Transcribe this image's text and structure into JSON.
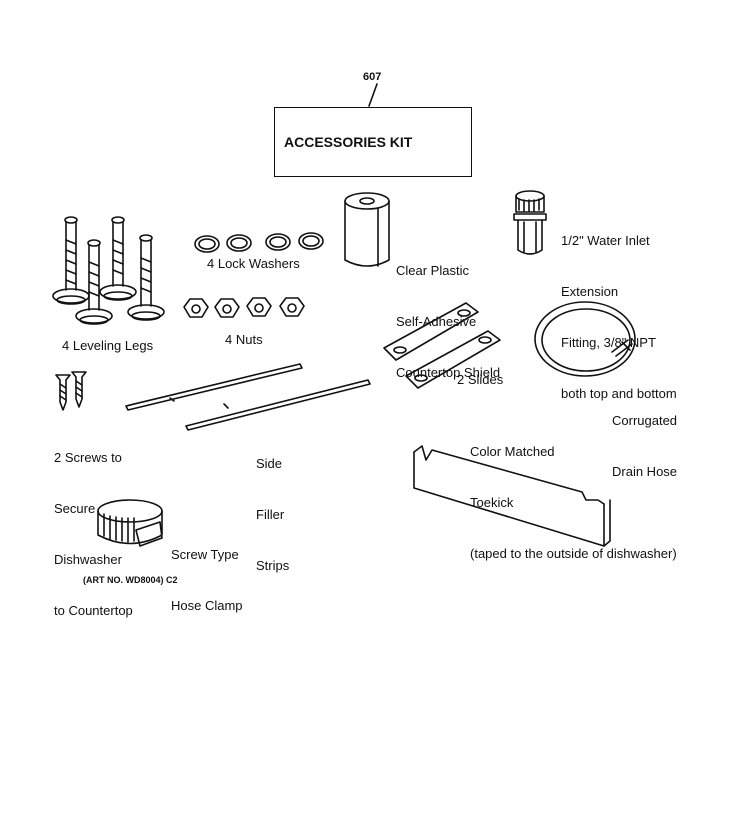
{
  "part_number": "607",
  "title": "ACCESSORIES KIT",
  "labels": {
    "lock_washers": "4 Lock Washers",
    "nuts": "4 Nuts",
    "leveling_legs": "4 Leveling Legs",
    "shield": [
      "Clear Plastic",
      "Self-Adhesive",
      "Countertop Shield"
    ],
    "water_inlet": [
      "1/2\" Water Inlet",
      "Extension",
      "Fitting, 3/8\" NPT",
      "both top and bottom"
    ],
    "slides": "2 Slides",
    "drain_hose": [
      "Corrugated",
      "Drain Hose"
    ],
    "screws": [
      "2 Screws to",
      "Secure",
      "Dishwasher",
      "to Countertop"
    ],
    "filler_strips": [
      "Side",
      "Filler",
      "Strips"
    ],
    "toekick": [
      "Color Matched",
      "Toekick",
      "(taped to the outside of dishwasher)"
    ],
    "hose_clamp": [
      "Screw Type",
      "Hose Clamp"
    ]
  },
  "art_number": "(ART NO. WD8004) C2"
}
